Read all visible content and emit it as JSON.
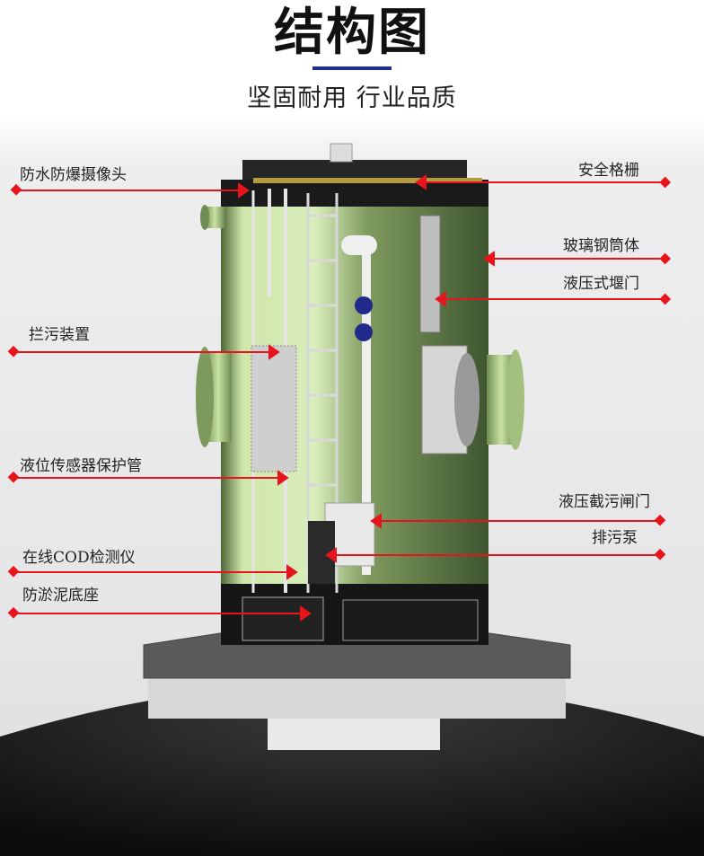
{
  "header": {
    "title": "结构图",
    "subtitle": "坚固耐用  行业品质",
    "accent_color": "#1f2f8a"
  },
  "labels": {
    "camera": "防水防爆摄像头",
    "grating": "安全格栅",
    "frp_body": "玻璃钢筒体",
    "weir_gate": "液压式堰门",
    "trash_device": "拦污装置",
    "sensor_tube": "液位传感器保护管",
    "sluice_gate": "液压截污闸门",
    "pump": "排污泵",
    "cod_meter": "在线COD检测仪",
    "base": "防淤泥底座"
  },
  "colors": {
    "pointer": "#e8141c",
    "body_light": "#d6ebb3",
    "body_dark": "#4f6a38"
  }
}
